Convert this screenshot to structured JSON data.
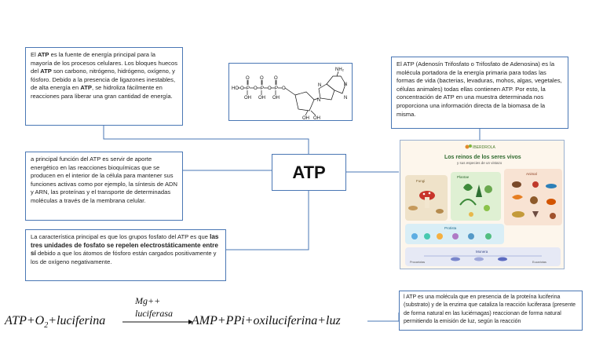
{
  "center": {
    "title": "ATP"
  },
  "box1": {
    "p1": "El ",
    "atp1": "ATP",
    "p2": " es la fuente de energía principal para la mayoría de los procesos celulares. Los bloques huecos del ",
    "atp2": "ATP",
    "p3": " son carbono, nitrógeno, hidrógeno, oxígeno, y fósforo. Debido a la presencia de ligazones inestables, de alta energía en ",
    "atp3": "ATP",
    "p4": ", se hidroliza fácilmente en reacciones para liberar una gran cantidad de energía."
  },
  "box2": {
    "text": "a principal función del ATP es servir de aporte energético en las reacciones bioquímicas que se producen en el interior de la célula para mantener sus funciones activas como por ejemplo, la síntesis de ADN y ARN, las proteínas y el transporte de determinadas moléculas a través de la membrana celular."
  },
  "box3": {
    "p1": "La característica principal es que los grupos fosfato del ATP es que ",
    "bold": "las tres unidades de fosfato se repelen electrostáticamente entre sí",
    "p2": "  debido a que los átomos de fósforo están cargados positivamente y los de oxígeno negativamente."
  },
  "box4": {
    "text": "El ATP (Adenosín Trifosfato o Trifosfato de Adenosina) es la molécula portadora de la energía primaria para todas las formas de vida (bacterias, levaduras, mohos, algas, vegetales, células animales) todas ellas contienen ATP. Por esto, la concentración de ATP en una muestra determinada nos proporciona una información directa de la biomasa de la misma."
  },
  "box5": {
    "text": "l ATP es una molécula que en presencia de la proteína luciferina (substrato) y de la enzima que cataliza la reacción luciferasa (presente de forma natural en las luciérnagas) reaccionan de forma natural permitiendo la emisión de luz, según la reacción"
  },
  "molecule": {
    "nh2": "NH₂",
    "ho": "HO",
    "oh_labels": [
      "OH",
      "OH",
      "OH"
    ],
    "ring_oh1": "OH",
    "ring_oh2": "OH",
    "p": "P",
    "o": "O",
    "n": "N"
  },
  "kingdoms": {
    "brand": "IBERDROLA",
    "title": "Los reinos de los seres vivos",
    "subtitle": "y sus especies de un vistazo",
    "labels": {
      "fungi": "Fungi",
      "plantae": "Plantae",
      "animal": "Animal",
      "protista": "Protista",
      "monera": "Monera",
      "procariotas": "Procariotas",
      "eucariotas": "Eucariotas"
    }
  },
  "equation": {
    "lhs_a": "ATP+O",
    "lhs_sub": "2",
    "lhs_b": "+luciferina",
    "catalyst1": "Mg++",
    "catalyst2": "luciferasa",
    "rhs": "AMP+PPi+oxiluciferina+luz"
  },
  "colors": {
    "border": "#4a77b4",
    "line": "#4a77b4"
  }
}
